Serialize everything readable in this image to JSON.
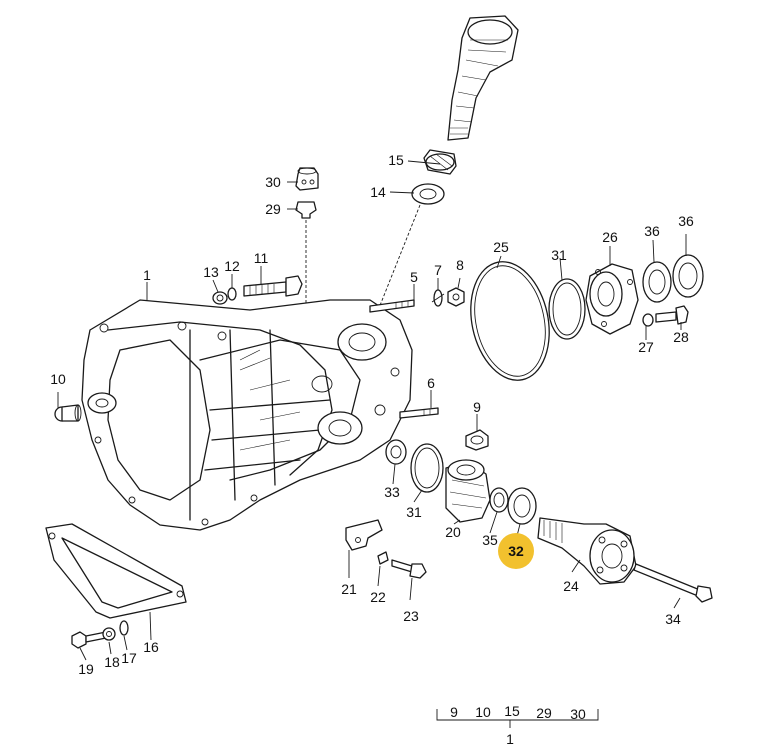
{
  "diagram": {
    "highlighted_part": "32",
    "highlight_color": "#f2c12e",
    "line_color": "#1a1a1a",
    "part_labels": {
      "p1": "1",
      "p5": "5",
      "p6": "6",
      "p7": "7",
      "p8": "8",
      "p9a": "9",
      "p10": "10",
      "p11": "11",
      "p12": "12",
      "p13": "13",
      "p14": "14",
      "p15": "15",
      "p16": "16",
      "p17": "17",
      "p18": "18",
      "p19": "19",
      "p20": "20",
      "p21": "21",
      "p22": "22",
      "p23": "23",
      "p24": "24",
      "p25": "25",
      "p26": "26",
      "p27": "27",
      "p28": "28",
      "p29": "29",
      "p30": "30",
      "p31a": "31",
      "p31b": "31",
      "p32": "32",
      "p33": "33",
      "p34": "34",
      "p35": "35",
      "p36a": "36",
      "p36b": "36"
    },
    "kit": {
      "items": [
        "9",
        "10",
        "15",
        "29",
        "30"
      ],
      "total": "1"
    }
  }
}
